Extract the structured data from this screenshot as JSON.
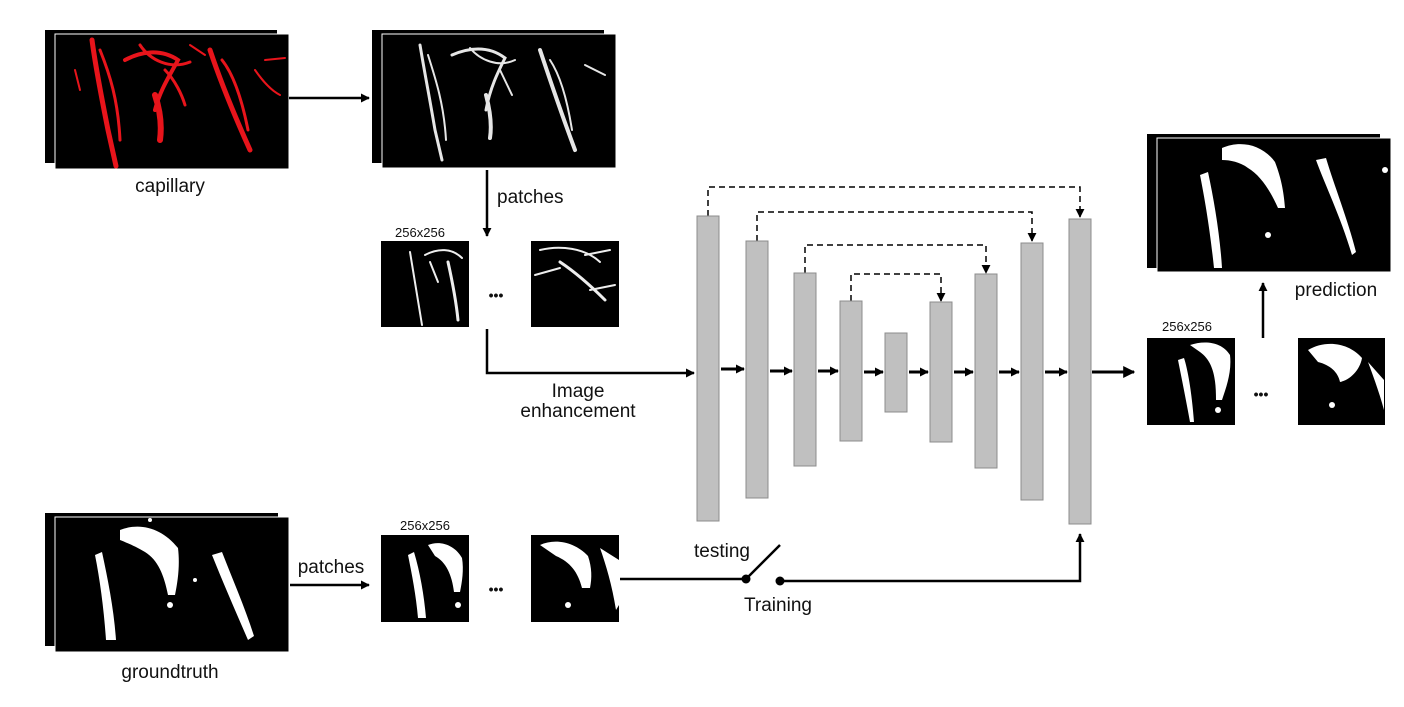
{
  "labels": {
    "capillary": "capillary",
    "groundtruth": "groundtruth",
    "patches_top": "patches",
    "patches_bottom": "patches",
    "size_top": "256x256",
    "size_bottom": "256x256",
    "size_right": "256x256",
    "image": "Image",
    "enhancement": "enhancement",
    "testing": "testing",
    "training": "Training",
    "prediction": "prediction",
    "ellipsis": "•••"
  },
  "colors": {
    "vessel": "#e8141b",
    "mask": "#ffffff",
    "background": "#000000",
    "layer_fill": "#c0c0c0",
    "layer_stroke": "#8c8c8c",
    "arrow": "#000000"
  },
  "icons": {
    "unet_blocks": "gray-rectangles",
    "skip_connections": "dashed-arrows",
    "switch": "toggle-switch"
  }
}
